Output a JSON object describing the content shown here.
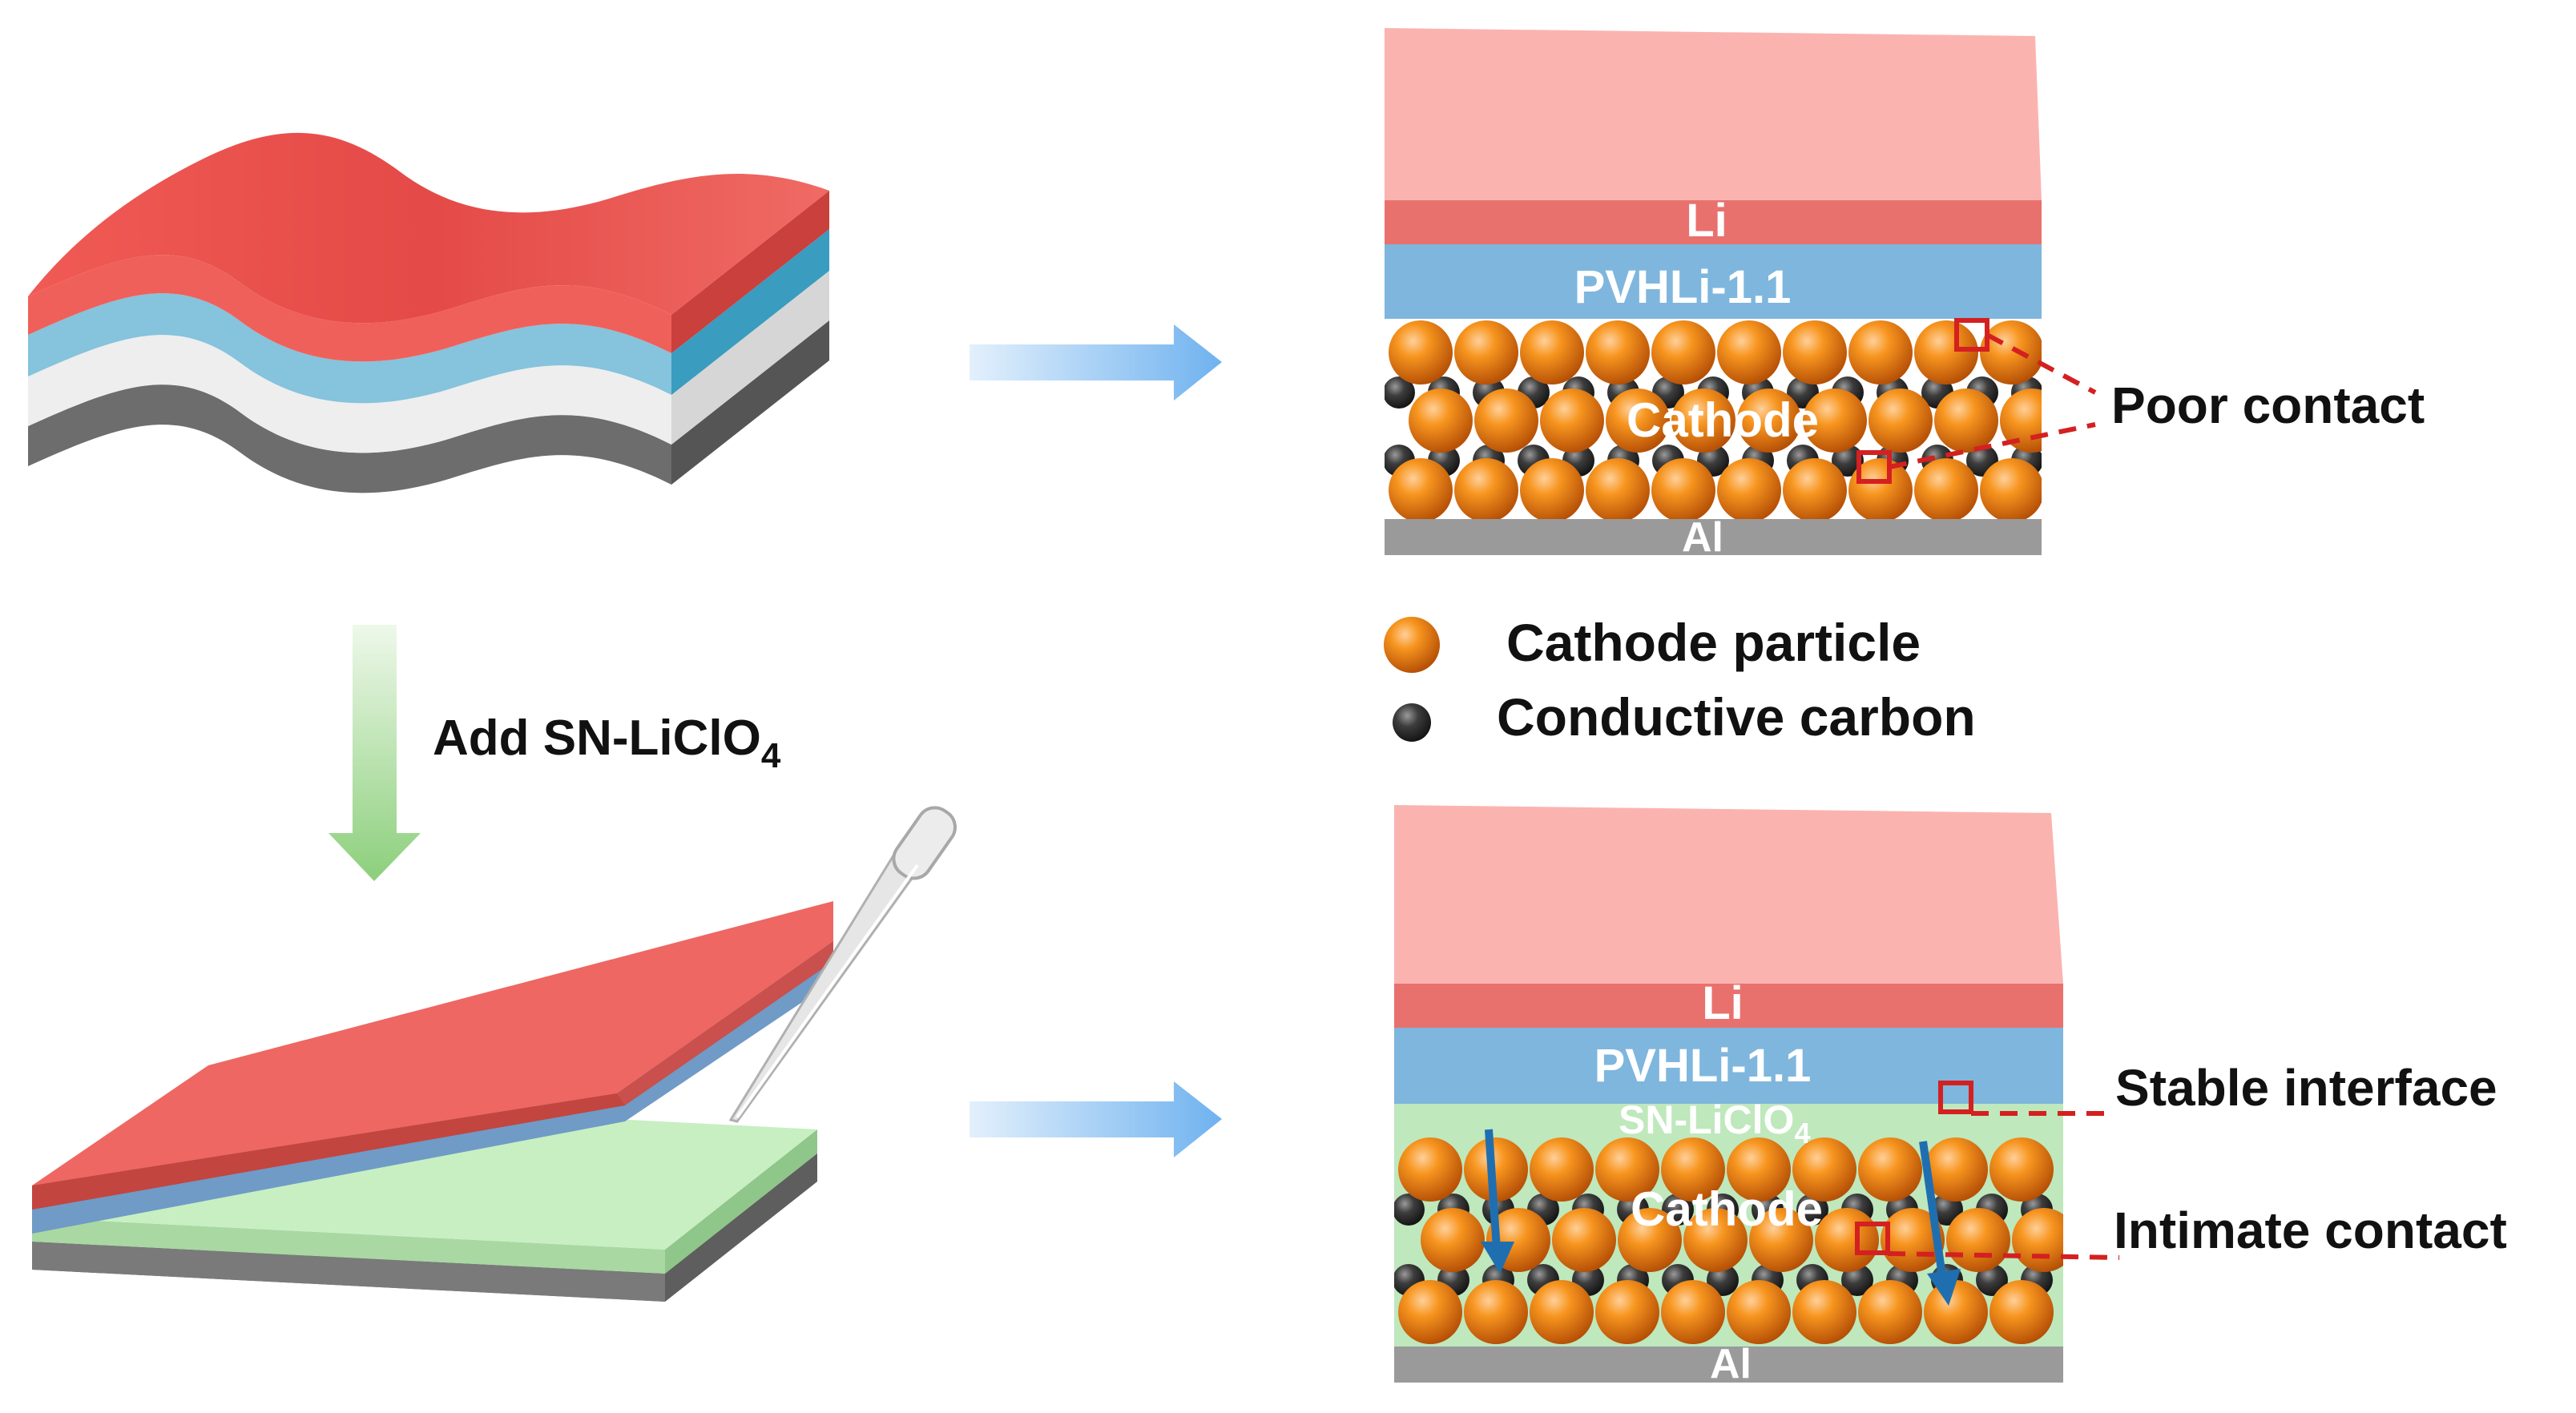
{
  "step": {
    "label_prefix": "Add SN-LiClO",
    "label_sub": "4"
  },
  "top_stack": {
    "layers": {
      "li": "Li",
      "electrolyte": "PVHLi-1.1",
      "cathode": "Cathode",
      "collector": "Al"
    },
    "callout": "Poor contact"
  },
  "bottom_stack": {
    "layers": {
      "li": "Li",
      "electrolyte": "PVHLi-1.1",
      "interlayer_prefix": "SN-LiClO",
      "interlayer_sub": "4",
      "cathode": "Cathode",
      "collector": "Al"
    },
    "callouts": {
      "interface": "Stable interface",
      "contact": "Intimate contact"
    }
  },
  "legend": {
    "particle": "Cathode particle",
    "carbon": "Conductive carbon"
  },
  "colors": {
    "li_top": "#fbb3b0",
    "li_band": "#e8716e",
    "electrolyte": "#7fb6dd",
    "interlayer": "#bfe8bd",
    "collector": "#9a9a9a",
    "particle": "#f07c1c",
    "carbon": "#3a3a3a",
    "callout": "#d42020",
    "arrow_blue": "#7bb8ee",
    "arrow_green": "#9fd68f",
    "flow_arrow": "#1f6fb0"
  },
  "icons": {
    "dropper": "pipette-icon",
    "arrow": "process-arrow-icon"
  }
}
